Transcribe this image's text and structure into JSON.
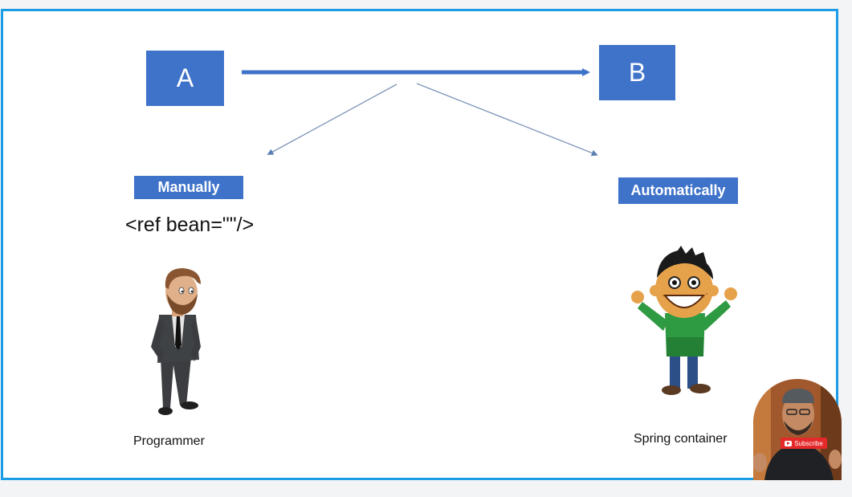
{
  "diagram": {
    "node_a": "A",
    "node_b": "B",
    "tag_manual": "Manually",
    "tag_auto": "Automatically",
    "code_sample": "<ref bean=\"\"/>",
    "caption_programmer": "Programmer",
    "caption_container": "Spring container"
  },
  "video_overlay": {
    "subscribe_label": "Subscribe"
  },
  "colors": {
    "frame_border": "#1c9be6",
    "box_fill": "#3f73c9",
    "arrow": "#3f73c9"
  },
  "icons": [
    "programmer-figure",
    "cartoon-kid-figure",
    "webcam-presenter",
    "youtube-play-icon"
  ]
}
